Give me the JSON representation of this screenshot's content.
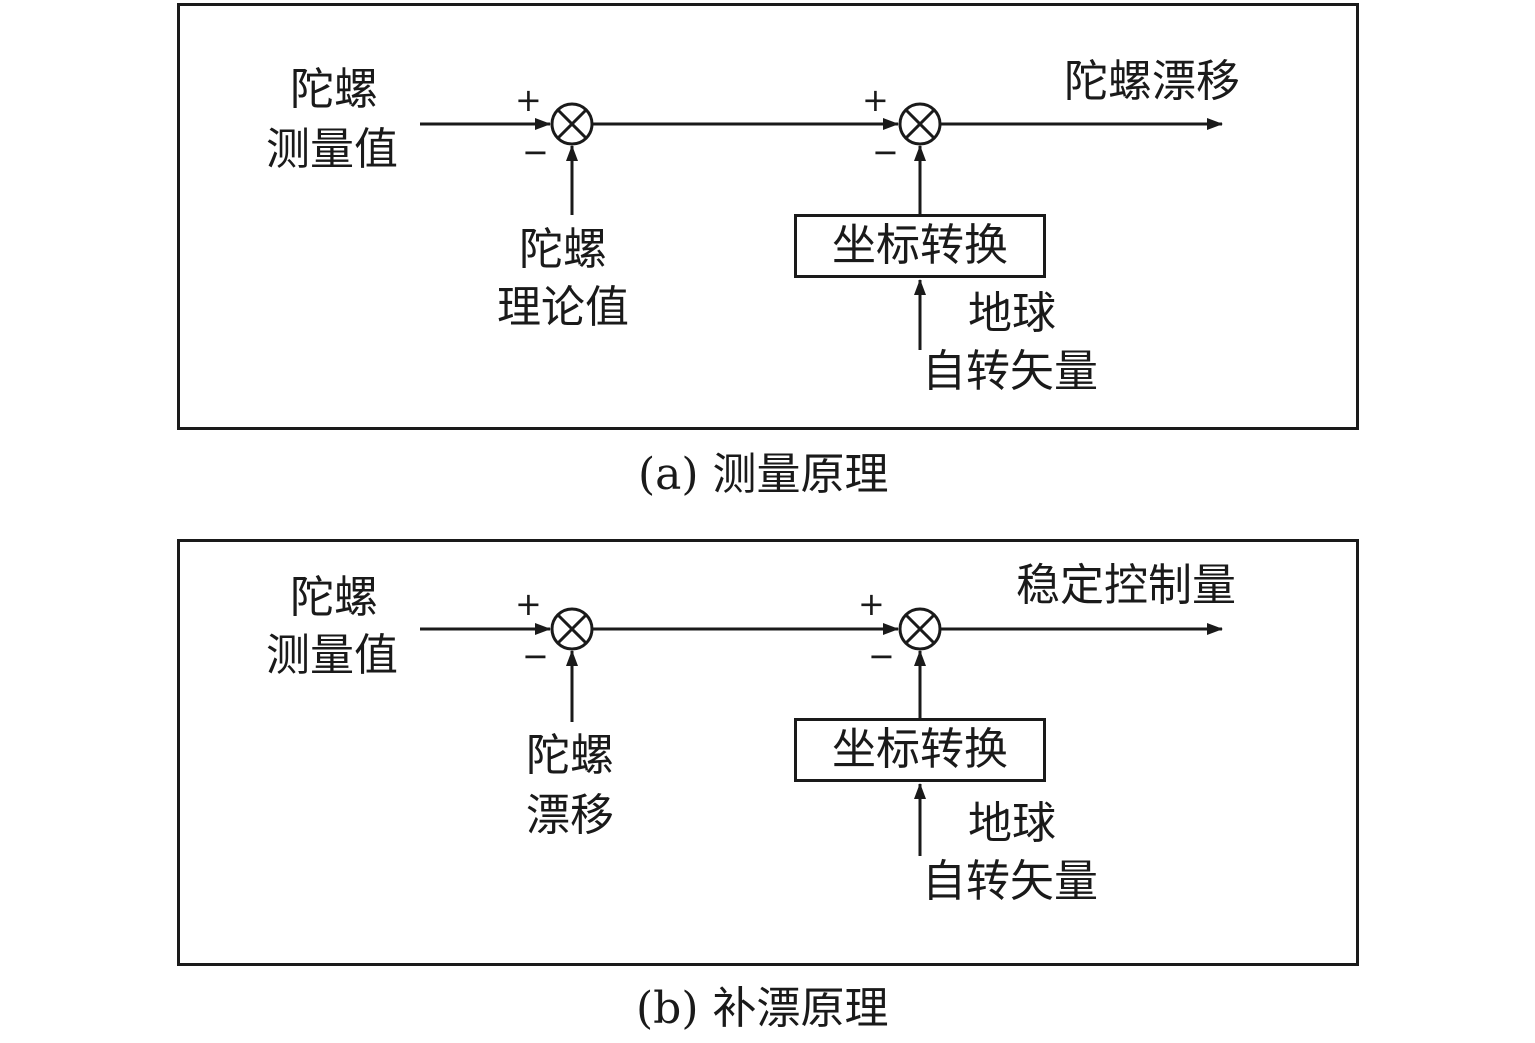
{
  "diagrams": [
    {
      "caption": "(a) 测量原理",
      "input_label": [
        "陀螺",
        "测量值"
      ],
      "sub_label": [
        "陀螺",
        "理论值"
      ],
      "block_label": "坐标转换",
      "block_input_label": [
        "地球",
        "自转矢量"
      ],
      "output_label": "陀螺漂移",
      "plus": "+",
      "minus": "−"
    },
    {
      "caption": "(b) 补漂原理",
      "input_label": [
        "陀螺",
        "测量值"
      ],
      "sub_label": [
        "陀螺",
        "漂移"
      ],
      "block_label": "坐标转换",
      "block_input_label": [
        "地球",
        "自转矢量"
      ],
      "output_label": "稳定控制量",
      "plus": "+",
      "minus": "−"
    }
  ]
}
